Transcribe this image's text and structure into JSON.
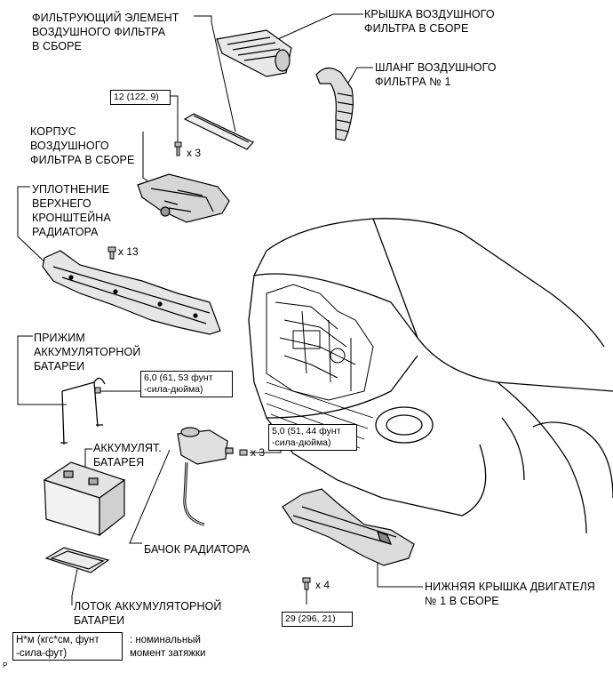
{
  "labels": {
    "filter_element": "ФИЛЬТРУЮЩИЙ ЭЛЕМЕНТ\nВОЗДУШНОГО ФИЛЬТРА\nВ СБОРЕ",
    "filter_cap": "КРЫШКА ВОЗДУШНОГО\nФИЛЬТРА В СБОРЕ",
    "filter_hose": "ШЛАНГ ВОЗДУШНОГО\nФИЛЬТРА № 1",
    "filter_case": "КОРПУС\nВОЗДУШНОГО\nФИЛЬТРА В СБОРЕ",
    "radiator_seal": "УПЛОТНЕНИЕ\nВЕРХНЕГО\nКРОНШТЕЙНА\nРАДИАТОРА",
    "battery_clamp": "ПРИЖИМ\nАККУМУЛЯТОРНОЙ\nБАТАРЕИ",
    "battery": "АККУМУЛЯТ.\nБАТАРЕЯ",
    "radiator_tank": "БАЧОК РАДИАТОРА",
    "battery_tray": "ЛОТОК АККУМУЛЯТОРНОЙ\nБАТАРЕИ",
    "engine_cover": "НИЖНЯЯ КРЫШКА ДВИГАТЕЛЯ\n№ 1 В СБОРЕ"
  },
  "torques": {
    "case_bolts": "12 (122, 9)",
    "clamp": "6,0 (61, 53 фунт\n-сила-дюйма)",
    "tank": "5,0 (51, 44 фунт\n-сила-дюйма)",
    "cover": "29 (296, 21)"
  },
  "quantities": {
    "case_bolts": "x 3",
    "seal_clips": "x 13",
    "tank_bolts": "x 3",
    "cover_bolts": "x 4"
  },
  "legend": {
    "units": "Н*м (кгс*см, фунт\n-сила-фут)",
    "note": ": номинальный\nмомент затяжки"
  },
  "figure_code": "P"
}
